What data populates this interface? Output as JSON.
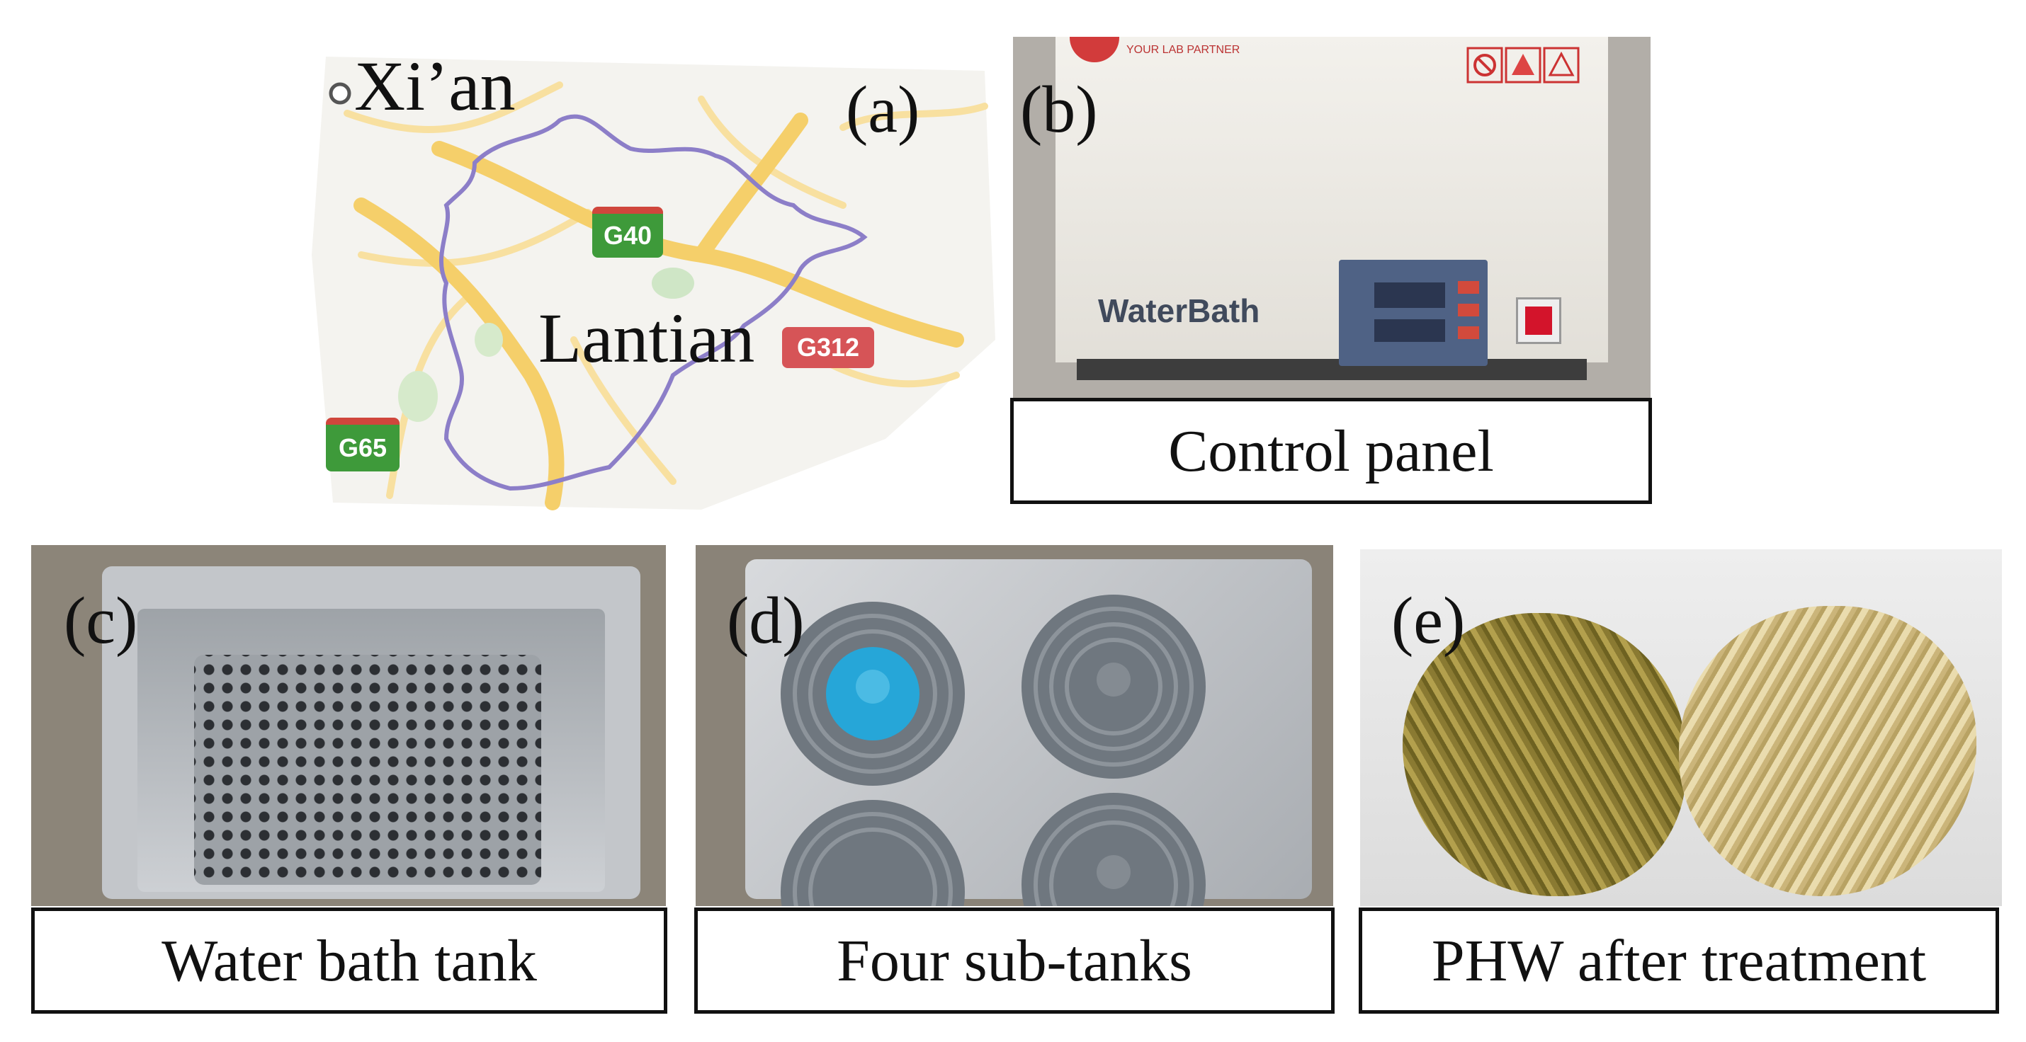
{
  "panels": {
    "a": {
      "letter": "(a)",
      "city_label": "Xi’an",
      "county_label": "Lantian",
      "road_labels": {
        "g40": "G40",
        "g312": "G312",
        "g65": "G65"
      }
    },
    "b": {
      "letter": "(b)",
      "caption": "Control panel",
      "device_label": "WaterBath",
      "logo_text": "YOUR LAB PARTNER"
    },
    "c": {
      "letter": "(c)",
      "caption": "Water bath tank"
    },
    "d": {
      "letter": "(d)",
      "caption": "Four sub-tanks"
    },
    "e": {
      "letter": "(e)",
      "caption": "PHW after treatment"
    }
  },
  "colors": {
    "map_background": "#f4f3ef",
    "boundary": "#8c7ec8",
    "highway": "#f5cf6a",
    "steel": "#b9bcc0",
    "lid_grey": "#6f777f",
    "lid_blue": "#26a6d8",
    "straw_left": "#9b8a3b",
    "straw_right": "#d8c58e"
  }
}
